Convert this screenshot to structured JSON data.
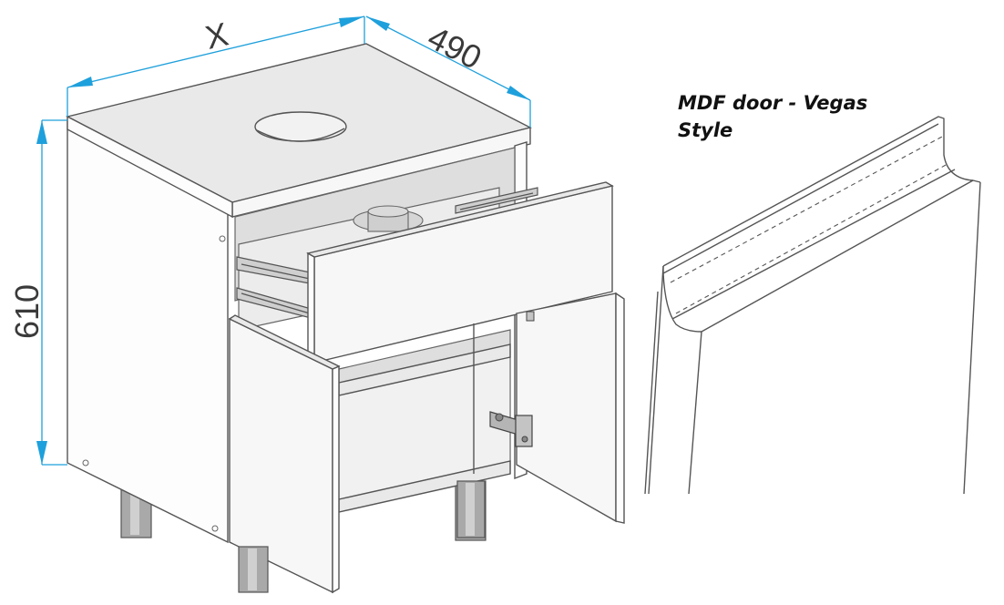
{
  "dimensions": {
    "width_label": "X",
    "depth_label": "490",
    "height_label": "610"
  },
  "caption": {
    "line1": "MDF door - Vegas",
    "line2": "Style"
  },
  "colors": {
    "dimension": "#1ea0dc",
    "outline": "#555555",
    "caption_text": "#111111"
  }
}
